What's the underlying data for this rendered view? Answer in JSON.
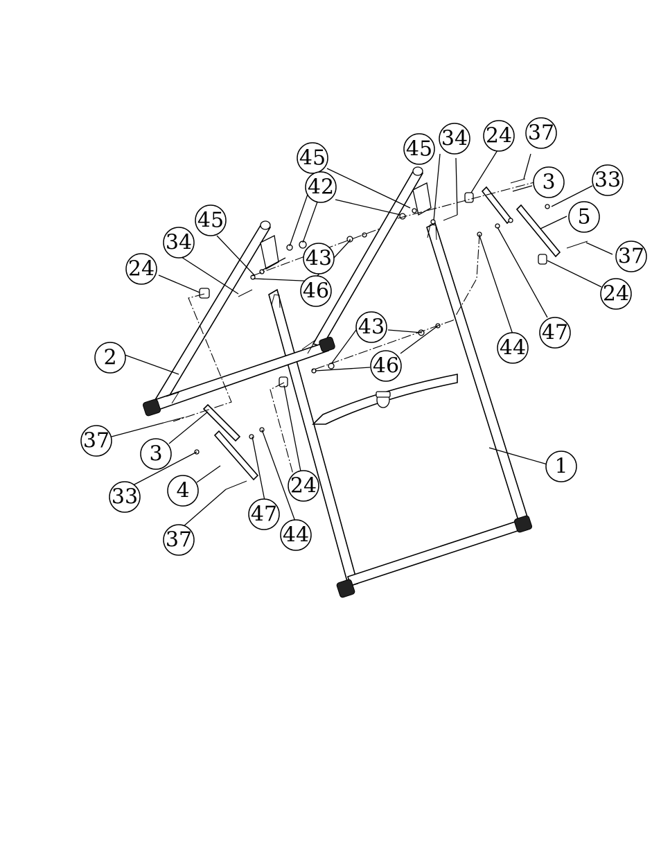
{
  "diagram": {
    "callouts": [
      {
        "id": "c45a",
        "label": "45"
      },
      {
        "id": "c42",
        "label": "42"
      },
      {
        "id": "c45b",
        "label": "45"
      },
      {
        "id": "c34a",
        "label": "34"
      },
      {
        "id": "c24a",
        "label": "24"
      },
      {
        "id": "c37a",
        "label": "37"
      },
      {
        "id": "c3a",
        "label": "3"
      },
      {
        "id": "c33a",
        "label": "33"
      },
      {
        "id": "c5",
        "label": "5"
      },
      {
        "id": "c37b",
        "label": "37"
      },
      {
        "id": "c24b",
        "label": "24"
      },
      {
        "id": "c47a",
        "label": "47"
      },
      {
        "id": "c44a",
        "label": "44"
      },
      {
        "id": "c45c",
        "label": "45"
      },
      {
        "id": "c34b",
        "label": "34"
      },
      {
        "id": "c24c",
        "label": "24"
      },
      {
        "id": "c43a",
        "label": "43"
      },
      {
        "id": "c46a",
        "label": "46"
      },
      {
        "id": "c43b",
        "label": "43"
      },
      {
        "id": "c46b",
        "label": "46"
      },
      {
        "id": "c2",
        "label": "2"
      },
      {
        "id": "c1",
        "label": "1"
      },
      {
        "id": "c37c",
        "label": "37"
      },
      {
        "id": "c3b",
        "label": "3"
      },
      {
        "id": "c33b",
        "label": "33"
      },
      {
        "id": "c4",
        "label": "4"
      },
      {
        "id": "c24d",
        "label": "24"
      },
      {
        "id": "c47b",
        "label": "47"
      },
      {
        "id": "c44b",
        "label": "44"
      },
      {
        "id": "c37d",
        "label": "37"
      }
    ]
  }
}
